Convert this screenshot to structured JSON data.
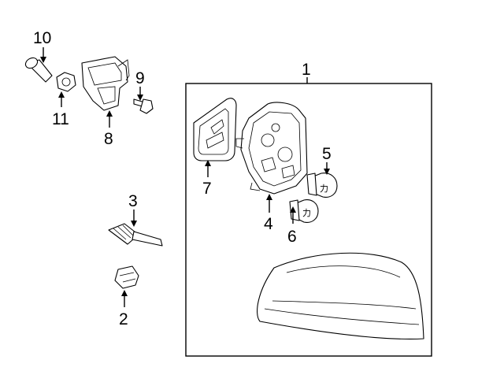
{
  "callouts": {
    "c1": "1",
    "c2": "2",
    "c3": "3",
    "c4": "4",
    "c5": "5",
    "c6": "6",
    "c7": "7",
    "c8": "8",
    "c9": "9",
    "c10": "10",
    "c11": "11"
  },
  "parts": [
    "tail-lamp-assembly",
    "clip",
    "wiring-harness",
    "bulb-socket-housing",
    "bulb-large",
    "bulb-small",
    "gasket",
    "mounting-bracket",
    "bolt",
    "push-in-retainer",
    "nut"
  ]
}
